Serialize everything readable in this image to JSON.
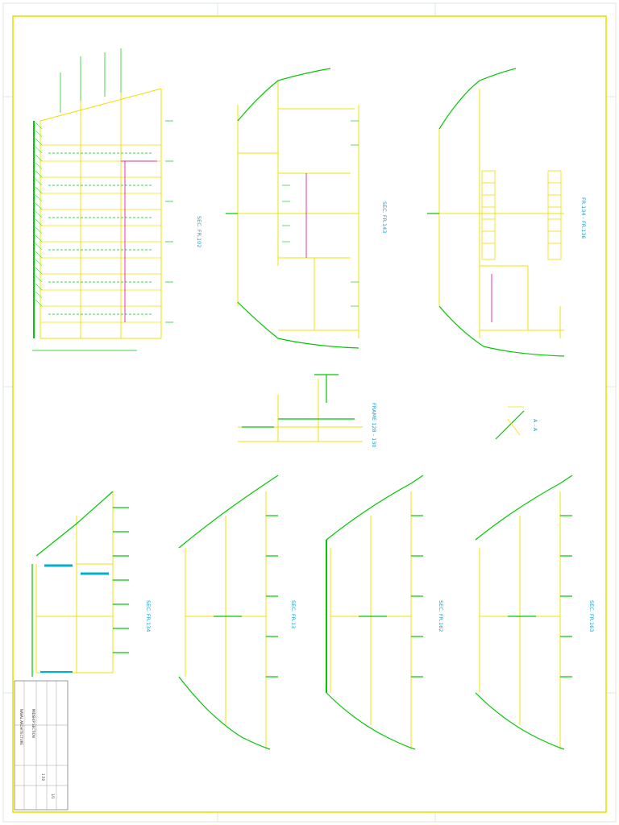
{
  "sheet": {
    "frame_color": "#f0e000",
    "steel_color": "#00c800",
    "label_color": "#1aa0c8",
    "accent_color": "#e000a0"
  },
  "views": [
    {
      "title": "SEC. FR.102"
    },
    {
      "title": "SEC. FR.143"
    },
    {
      "title": "FR.134 - FR.136"
    },
    {
      "title": "FRAME 128 - 130"
    },
    {
      "title": "SEC. FR.134"
    },
    {
      "title": "SEC. FR.13"
    },
    {
      "title": "SEC. FR.162"
    },
    {
      "title": "SEC. FR.163"
    },
    {
      "title": "A - A"
    }
  ],
  "title_block": {
    "project": "NAVAL ARCHITECTURE",
    "drawing": "MIDSHIP SECTION",
    "scale": "1:50",
    "sheet_no": "1/1"
  }
}
